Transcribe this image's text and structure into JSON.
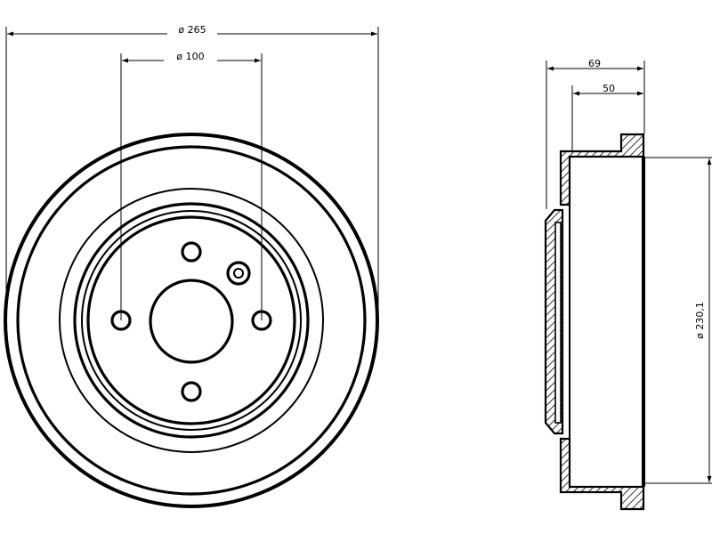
{
  "drawing": {
    "colors": {
      "line": "#000000",
      "background": "#ffffff"
    },
    "front_view": {
      "outer_diameter_label": "ø 265",
      "bolt_circle_label": "ø 100"
    },
    "side_view": {
      "total_width_label": "69",
      "drum_depth_label": "50",
      "inner_diameter_label": "ø 230,1"
    }
  }
}
